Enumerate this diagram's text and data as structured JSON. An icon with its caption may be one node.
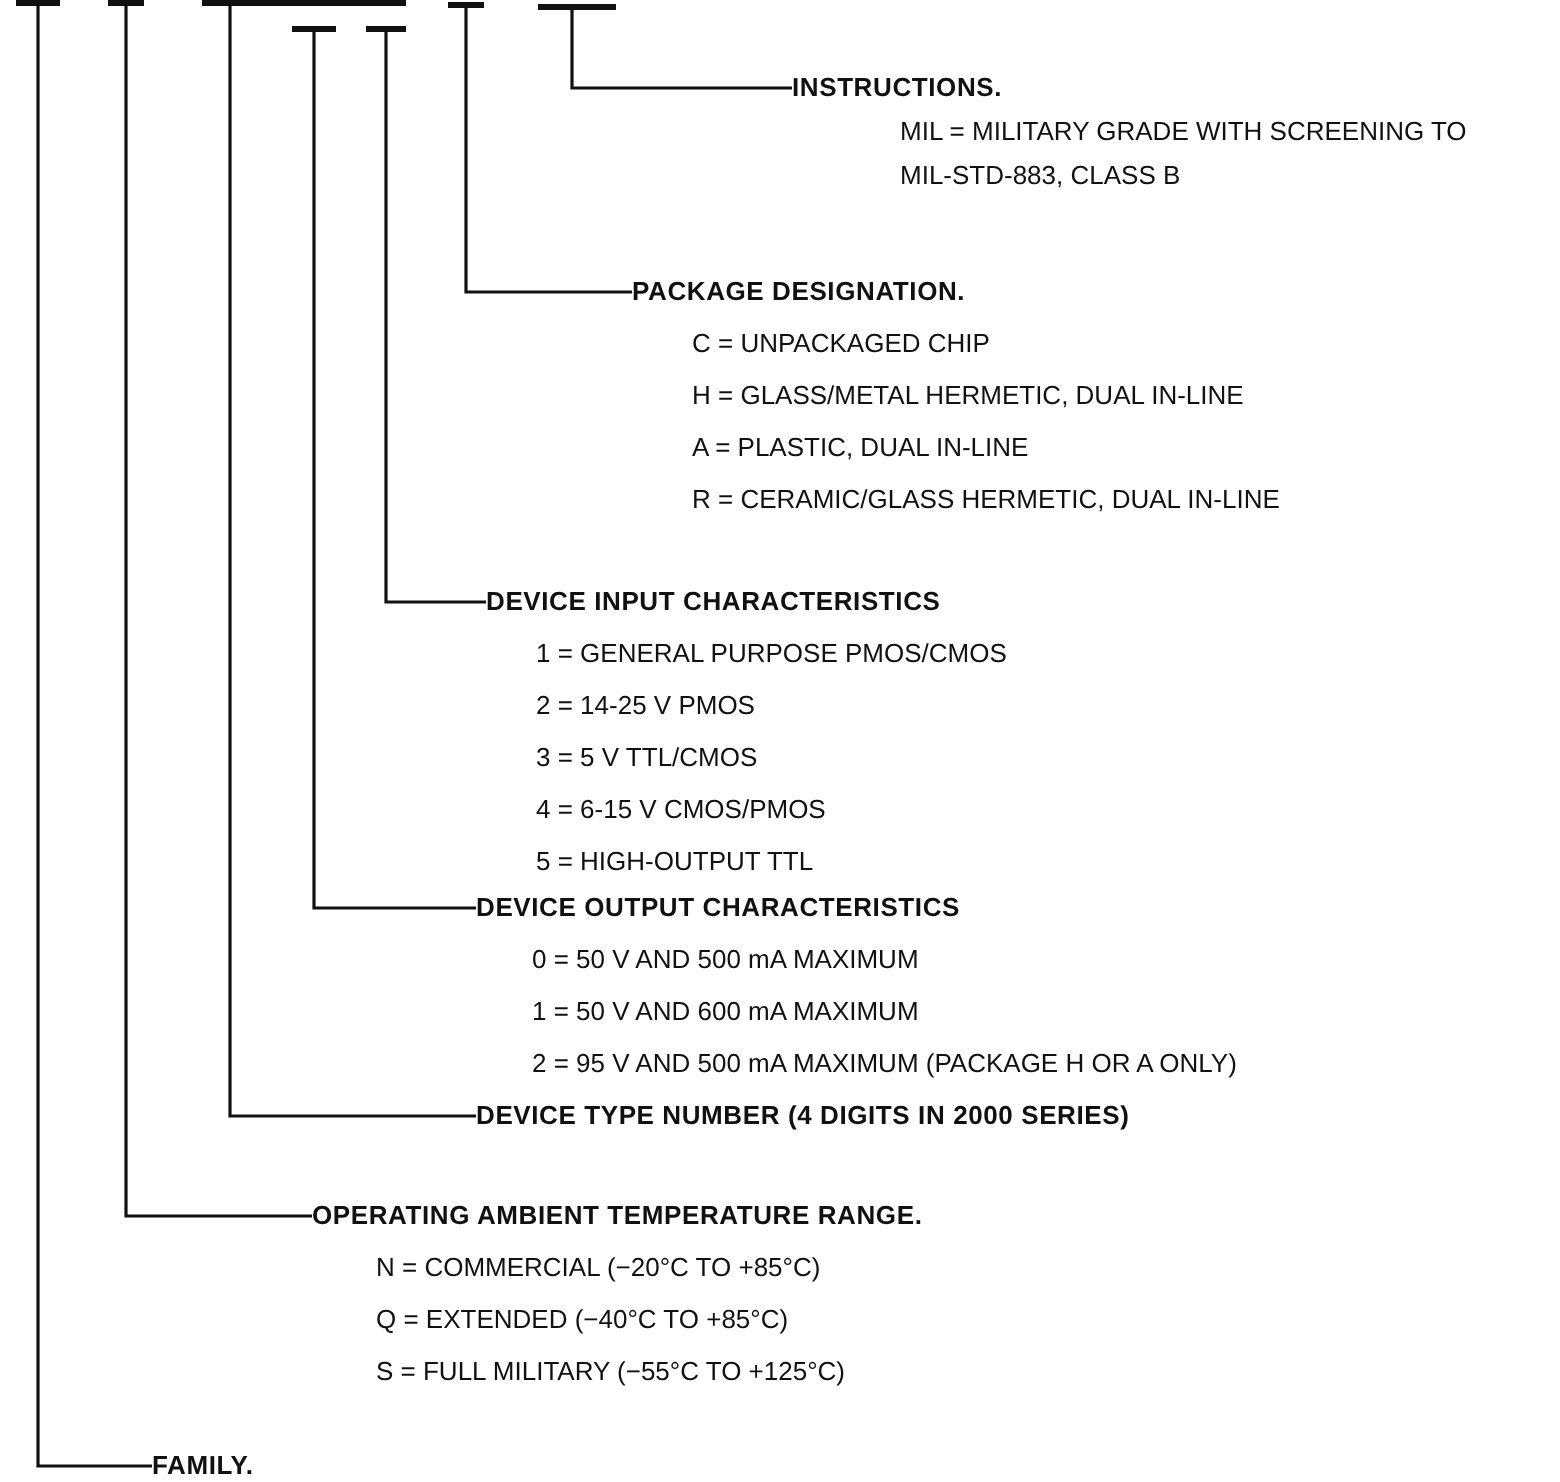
{
  "diagram": {
    "nodes": [
      {
        "text": [],
        "shape": "bar"
      },
      {
        "text": [],
        "shape": "bar"
      },
      {
        "text": [],
        "shape": "bar"
      },
      {
        "text": [],
        "shape": "bar"
      },
      {
        "text": [],
        "shape": "bar"
      },
      {
        "text": [],
        "shape": "bar"
      },
      {
        "text": [],
        "shape": "bar"
      },
      {
        "text": [
          "FAMILY."
        ]
      },
      {
        "text": [
          "OPERATING AMBIENT TEMPERATURE RANGE.",
          "N = COMMERCIAL (−20°C TO +85°C)",
          "Q = EXTENDED (−40°C TO +85°C)",
          "S = FULL MILITARY (−55°C TO +125°C)"
        ]
      },
      {
        "text": [
          "DEVICE TYPE NUMBER (4 DIGITS IN 2000 SERIES)"
        ]
      },
      {
        "text": [
          "DEVICE OUTPUT CHARACTERISTICS",
          "0 = 50 V AND 500 mA MAXIMUM",
          "1 = 50 V AND 600 mA MAXIMUM",
          "2 = 95 V AND 500 mA MAXIMUM (PACKAGE H OR A ONLY)"
        ]
      },
      {
        "text": [
          "DEVICE INPUT CHARACTERISTICS",
          "1 = GENERAL PURPOSE PMOS/CMOS",
          "2 = 14-25 V PMOS",
          "3 = 5 V TTL/CMOS",
          "4 = 6-15 V CMOS/PMOS",
          "5 = HIGH-OUTPUT TTL"
        ]
      },
      {
        "text": [
          "PACKAGE DESIGNATION.",
          "C = UNPACKAGED CHIP",
          "H = GLASS/METAL HERMETIC, DUAL IN-LINE",
          "A = PLASTIC, DUAL IN-LINE",
          "R = CERAMIC/GLASS HERMETIC, DUAL IN-LINE"
        ]
      },
      {
        "text": [
          "INSTRUCTIONS.",
          "MIL = MILITARY GRADE WITH SCREENING TO MIL-STD-883, CLASS B"
        ]
      }
    ],
    "edges": [
      {
        "from": 0,
        "to": 7,
        "arrow": "none"
      },
      {
        "from": 1,
        "to": 8,
        "arrow": "none"
      },
      {
        "from": 2,
        "to": 9,
        "arrow": "none"
      },
      {
        "from": 3,
        "to": 10,
        "arrow": "none"
      },
      {
        "from": 4,
        "to": 11,
        "arrow": "none"
      },
      {
        "from": 5,
        "to": 12,
        "arrow": "none"
      },
      {
        "from": 6,
        "to": 13,
        "arrow": "none"
      }
    ]
  }
}
